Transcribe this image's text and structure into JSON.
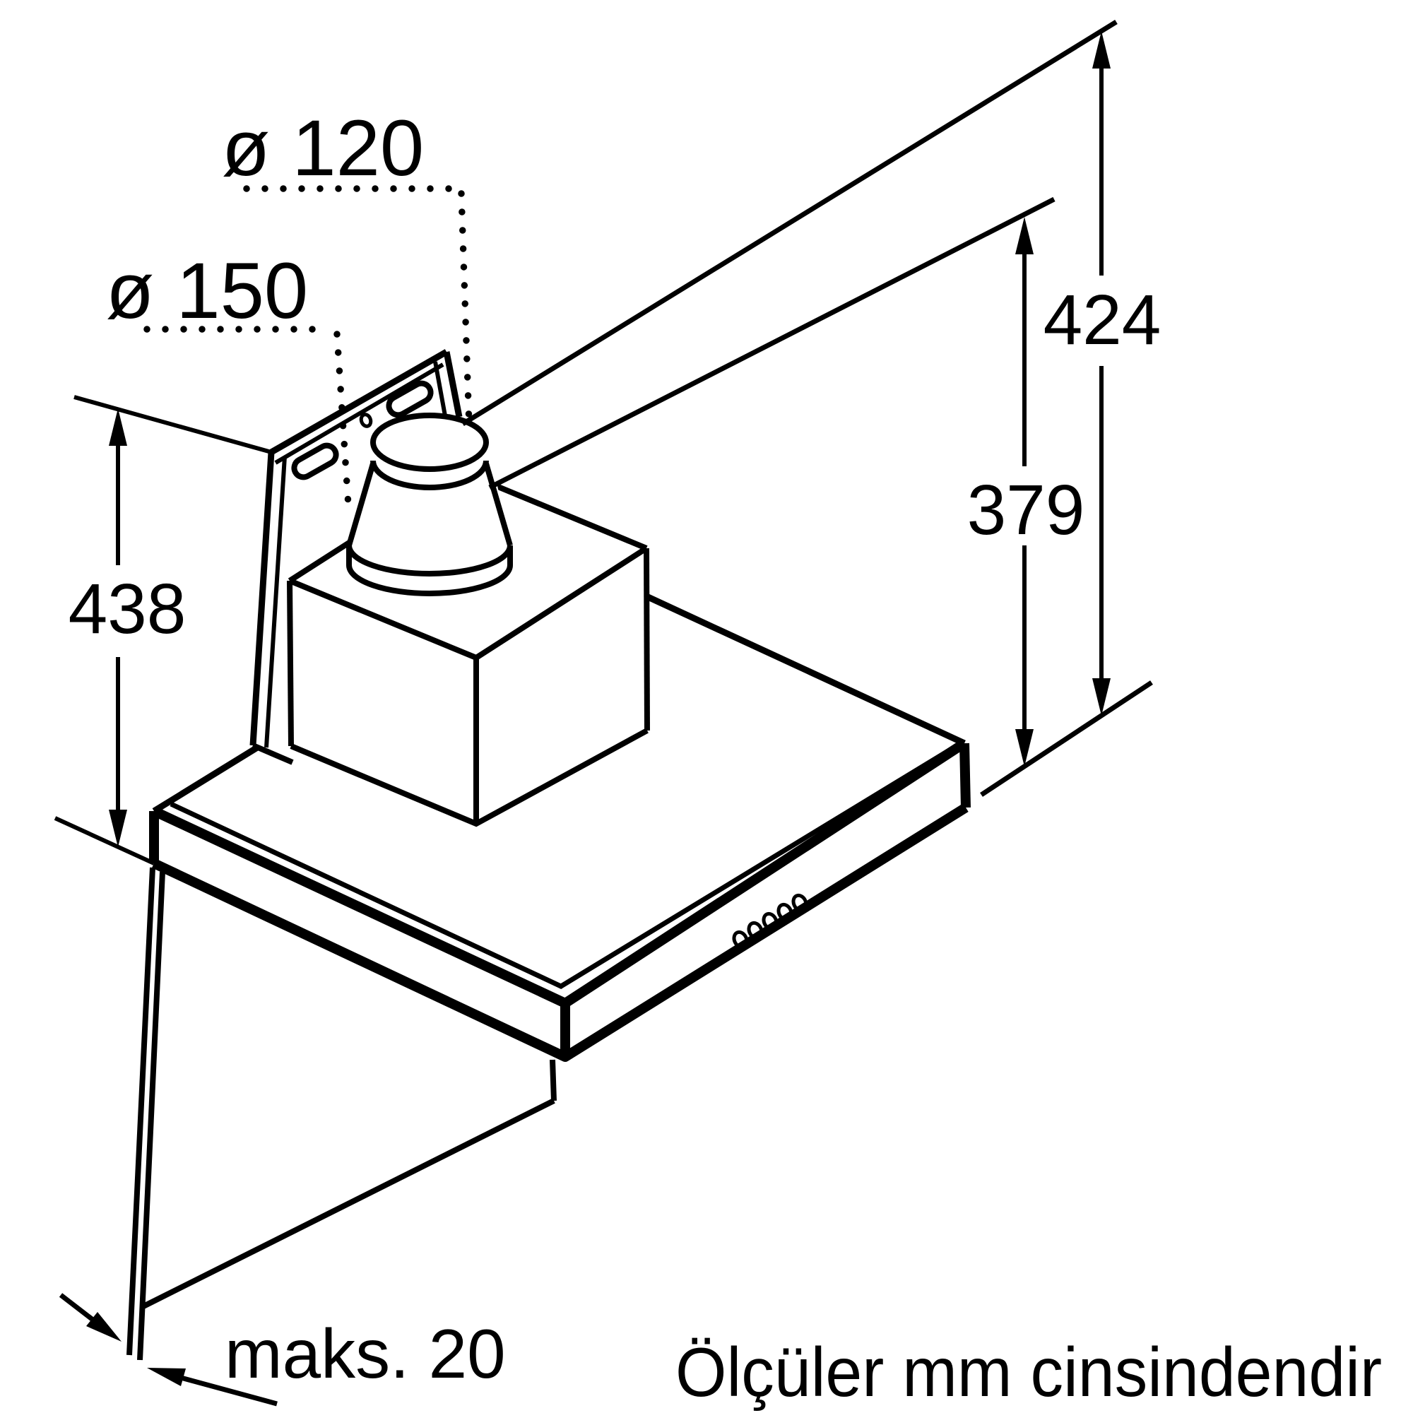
{
  "page": {
    "background": "#ffffff",
    "line_color": "#000000",
    "kind": "appliance installation dimension drawing (wall-mounted cooker hood)"
  },
  "labels": {
    "duct_top_diameter": "ø 120",
    "duct_base_diameter": "ø 150",
    "dim_top_to_canopy_bottom": "424",
    "dim_chimney_to_canopy_bottom": "379",
    "dim_back_panel_height": "438",
    "dim_wall_thickness": "maks. 20",
    "units_note": "Ölçüler mm cinsindendir"
  }
}
